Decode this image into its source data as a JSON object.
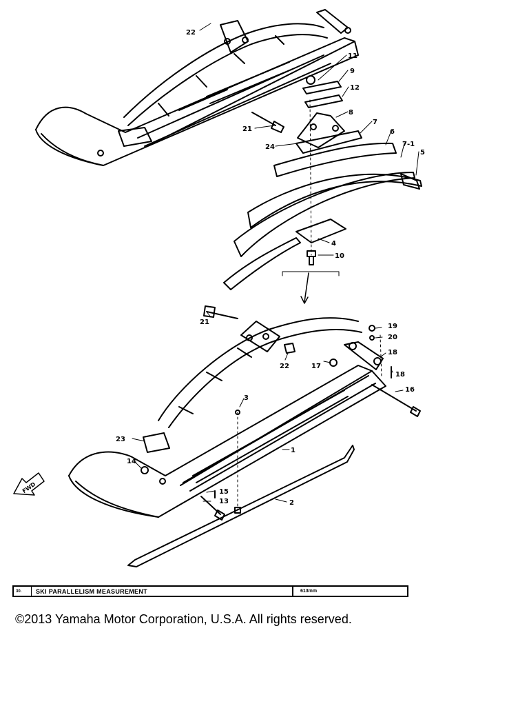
{
  "callouts": {
    "c1": "1",
    "c2": "2",
    "c3": "3",
    "c4": "4",
    "c5": "5",
    "c6": "6",
    "c7": "7",
    "c7_1": "7-1",
    "c8": "8",
    "c9": "9",
    "c10": "10",
    "c11": "11",
    "c12": "12",
    "c13": "13",
    "c14": "14",
    "c15": "15",
    "c16": "16",
    "c17": "17",
    "c18": "18",
    "c19": "19",
    "c20": "20",
    "c21": "21",
    "c22": "22",
    "c23": "23",
    "c24": "24"
  },
  "fwd_arrow_label": "FWD",
  "spec_table": {
    "number": "30.",
    "label": "SKI PARALLELISM MEASUREMENT",
    "value": "613mm"
  },
  "copyright": "©2013 Yamaha Motor Corporation, U.S.A. All rights reserved."
}
